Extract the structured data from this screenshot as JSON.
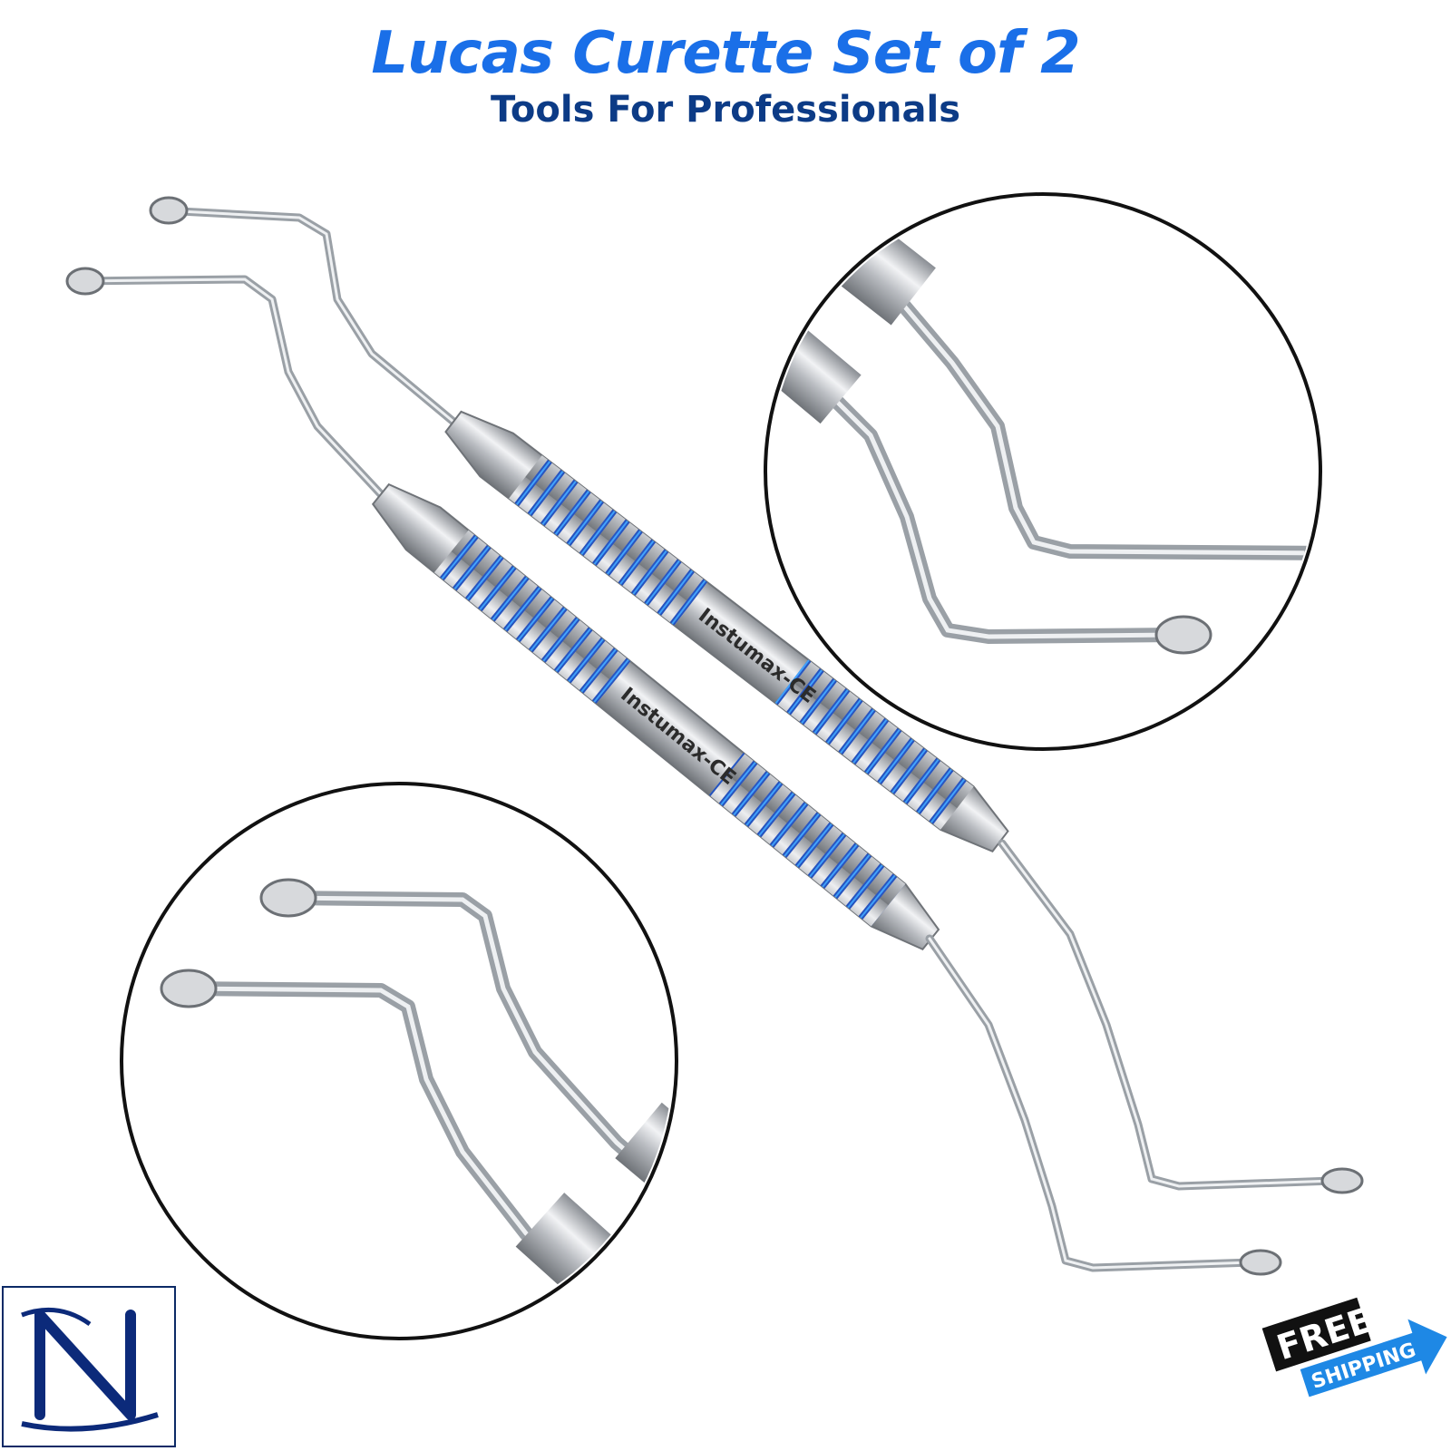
{
  "header": {
    "title": "Lucas Curette Set of 2",
    "subtitle": "Tools For Professionals"
  },
  "product": {
    "brand_engraving": "Instumax-CE"
  },
  "badge": {
    "line1": "FREE",
    "line2": "SHIPPING"
  },
  "logo": {
    "letter": "N"
  },
  "colors": {
    "title": "#1a6fe8",
    "subtitle": "#0c3b86",
    "ring_blue": "#1f5fd6",
    "steel": "#c9ccd1",
    "badge_dark": "#111111",
    "badge_blue": "#1e88e5"
  }
}
